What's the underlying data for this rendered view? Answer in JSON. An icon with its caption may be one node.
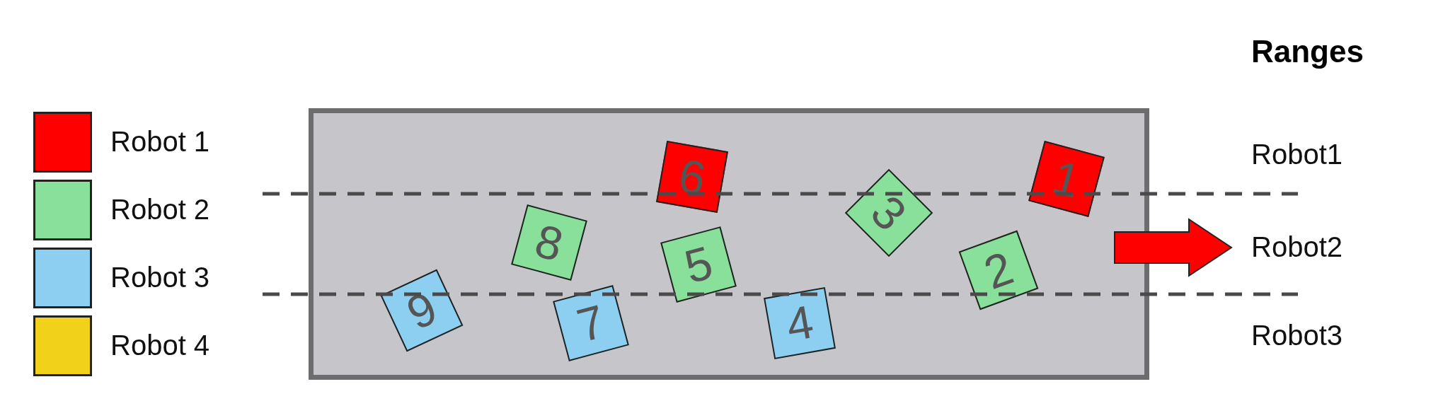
{
  "diagram": {
    "title": "Ranges",
    "nodes": [
      {
        "text": [],
        "shape": "box"
      },
      {
        "text": [
          "1"
        ],
        "in": 0
      },
      {
        "text": [
          "2"
        ],
        "in": 0
      },
      {
        "text": [
          "3"
        ],
        "in": 0
      },
      {
        "text": [
          "4"
        ],
        "in": 0
      },
      {
        "text": [
          "5"
        ],
        "in": 0
      },
      {
        "text": [
          "6"
        ],
        "in": 0
      },
      {
        "text": [
          "7"
        ],
        "in": 0
      },
      {
        "text": [
          "8"
        ],
        "in": 0
      },
      {
        "text": [
          "9"
        ],
        "in": 0
      }
    ],
    "edges": [],
    "labels": [
      "Robot1",
      "Robot2",
      "Robot3"
    ],
    "legend": [
      {
        "text": "Robot 1",
        "color": "#ff0000"
      },
      {
        "text": "Robot 2",
        "color": "#88e09a"
      },
      {
        "text": "Robot 3",
        "color": "#8dcff0"
      },
      {
        "text": "Robot 4",
        "color": "#f2d11a"
      }
    ]
  }
}
